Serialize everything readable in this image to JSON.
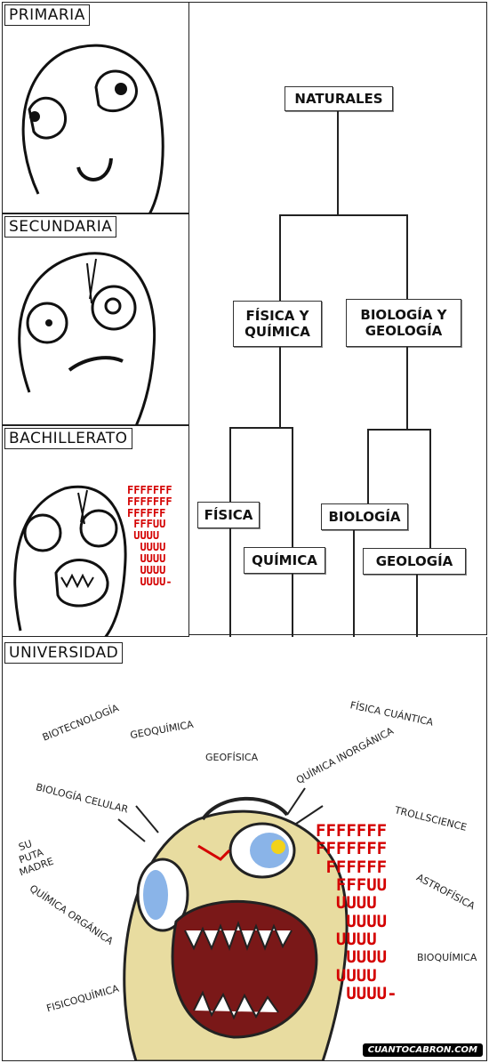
{
  "panels": {
    "primaria": "PRIMARIA",
    "secundaria": "SECUNDARIA",
    "bachillerato": "BACHILLERATO",
    "universidad": "UNIVERSIDAD"
  },
  "tree": {
    "root": "NATURALES",
    "left": "FÍSICA Y QUÍMICA",
    "right": "BIOLOGÍA Y GEOLOGÍA",
    "fisica": "FÍSICA",
    "quimica": "QUÍMICA",
    "biologia": "BIOLOGÍA",
    "geologia": "GEOLOGÍA"
  },
  "rage": {
    "small": "FFFFFFF\nFFFFFFF\nFFFFFF\n FFFUU\n UUUU\n  UUUU\n  UUUU\n  UUUU\n  UUUU-",
    "large": "FFFFFFF\nFFFFFFF\n FFFFFF\n  FFFUU\n  UUUU\n   UUUU\n  UUUU\n   UUUU\n  UUUU\n   UUUU-"
  },
  "disciplines": {
    "biotecnologia": "BIOTECNOLOGÍA",
    "geoquimica": "GEOQUÍMICA",
    "geofisica": "GEOFÍSICA",
    "fisica_cuantica": "FÍSICA CUÁNTICA",
    "quimica_inorganica": "QUÍMICA INORGÁNICA",
    "biologia_celular": "BIOLOGÍA CELULAR",
    "trollscience": "TROLLSCIENCE",
    "su": "SU",
    "puta": "PUTA",
    "madre": "MADRE",
    "astrofisica": "ASTROFÍSICA",
    "quimica_organica": "QUÍMICA ORGÁNICA",
    "bioquimica": "BIOQUÍMICA",
    "fisicoquimica": "FISICOQUÍMICA"
  },
  "footer": {
    "logo": "CUANTOCABRON.COM"
  },
  "colors": {
    "rage_red": "#d40000",
    "face_skin": "#e8dca0",
    "eye_blue": "#8ab4e8"
  }
}
